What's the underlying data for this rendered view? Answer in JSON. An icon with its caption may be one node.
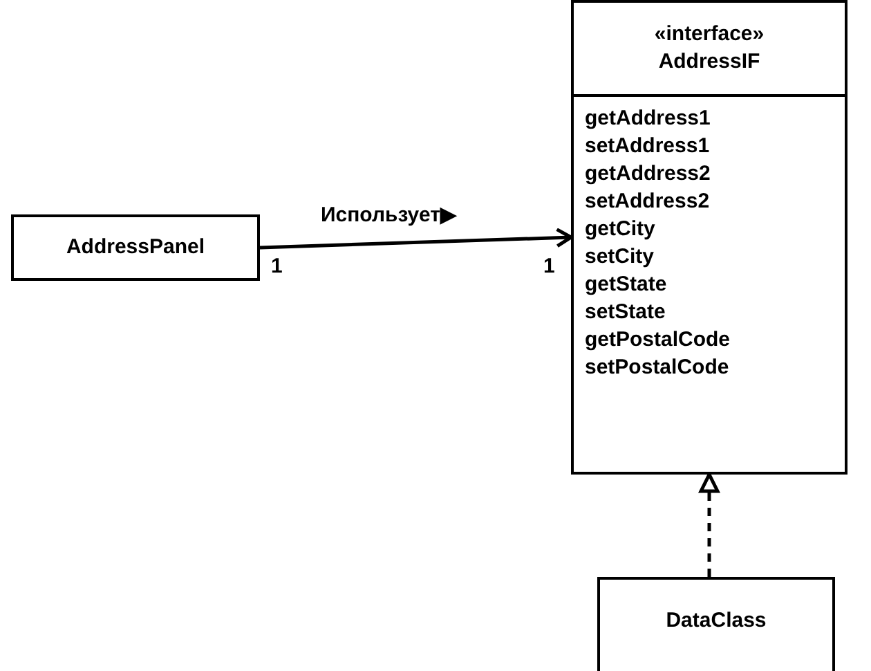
{
  "diagram": {
    "nodes": [
      {
        "text": [
          "AddressPanel"
        ]
      },
      {
        "text": [
          "«interface»",
          "AddressIF",
          "getAddress1",
          "setAddress1",
          "getAddress2",
          "setAddress2",
          "getCity",
          "setCity",
          "getState",
          "setState",
          "getPostalCode",
          "setPostalCode"
        ]
      },
      {
        "text": [
          "DataClass"
        ]
      }
    ],
    "edges": [
      {
        "from": 0,
        "to": 1,
        "arrow": "to",
        "label": "Использует▶"
      },
      {
        "from": 2,
        "to": 1,
        "arrow": "to",
        "style": "dashed"
      }
    ],
    "labels": [
      "1",
      "1"
    ]
  }
}
